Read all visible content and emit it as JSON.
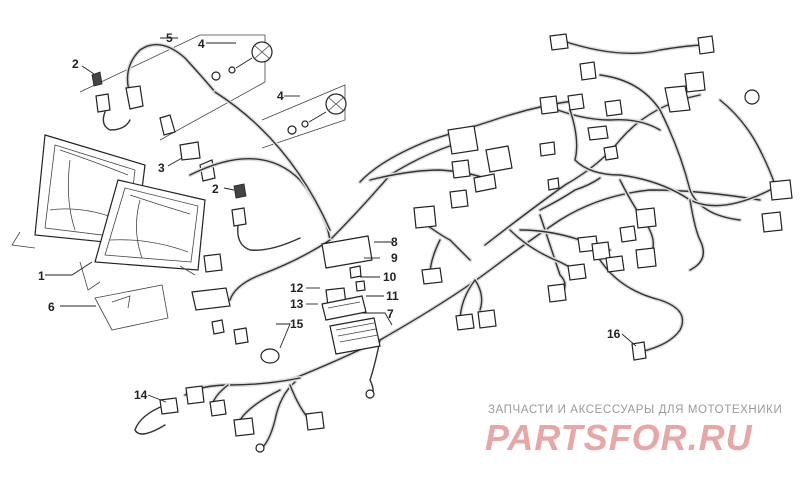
{
  "callouts": {
    "c1": "1",
    "c2a": "2",
    "c2b": "2",
    "c3": "3",
    "c4a": "4",
    "c4b": "4",
    "c5": "5",
    "c6": "6",
    "c7": "7",
    "c8": "8",
    "c9": "9",
    "c10": "10",
    "c11": "11",
    "c12": "12",
    "c13": "13",
    "c14": "14",
    "c15": "15",
    "c16": "16"
  },
  "watermark": {
    "tagline": "ЗАПЧАСТИ И АКСЕССУАРЫ ДЛЯ МОТОТЕХНИКИ",
    "logo_text": "PARTSFOR.RU",
    "logo_color": "#e8a7a7"
  }
}
